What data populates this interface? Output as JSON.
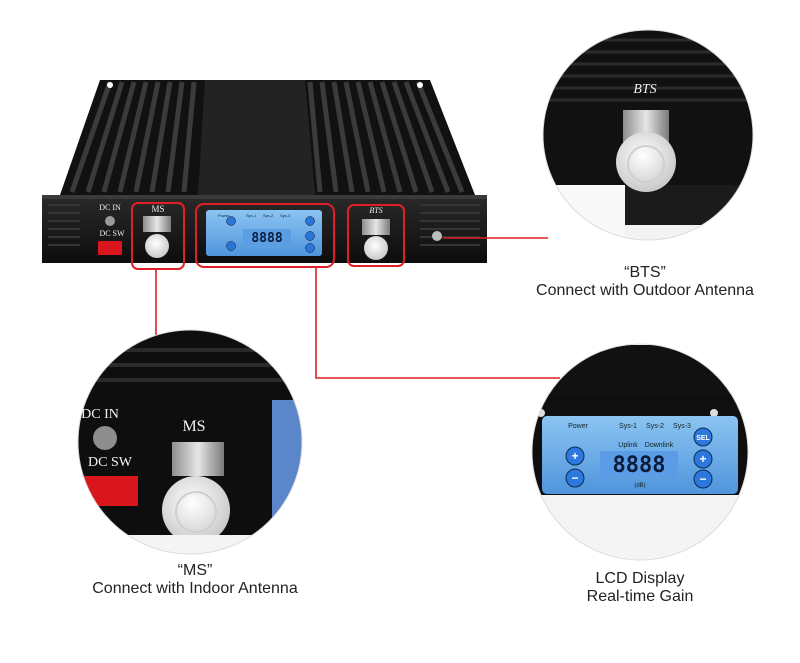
{
  "device": {
    "dc_in_label": "DC IN",
    "dc_sw_label": "DC SW",
    "ms_label": "MS",
    "bts_label": "BTS",
    "lcd_digits": "8888",
    "panel": {
      "power": "Power",
      "sys1": "Sys-1",
      "sys2": "Sys-2",
      "sys3": "Sys-3",
      "uplink": "Uplink",
      "downlink": "Downlink",
      "sel": "SEL",
      "unit": "(dB)",
      "plus": "+",
      "minus": "−"
    }
  },
  "callouts": {
    "bts_zoom_label": "BTS",
    "ms_zoom_label": "MS",
    "ms_zoom_dc_in": "DC IN",
    "ms_zoom_dc_sw": "DC SW",
    "bts": {
      "title": "“BTS”",
      "subtitle": "Connect with Outdoor Antenna"
    },
    "ms": {
      "title": "“MS”",
      "subtitle": "Connect with Indoor Antenna"
    },
    "lcd": {
      "title": "LCD Display",
      "subtitle": "Real-time Gain"
    }
  },
  "colors": {
    "highlight": "#e01f26",
    "panel_blue": "#3b7fd0",
    "chassis": "#1a1a1a"
  }
}
